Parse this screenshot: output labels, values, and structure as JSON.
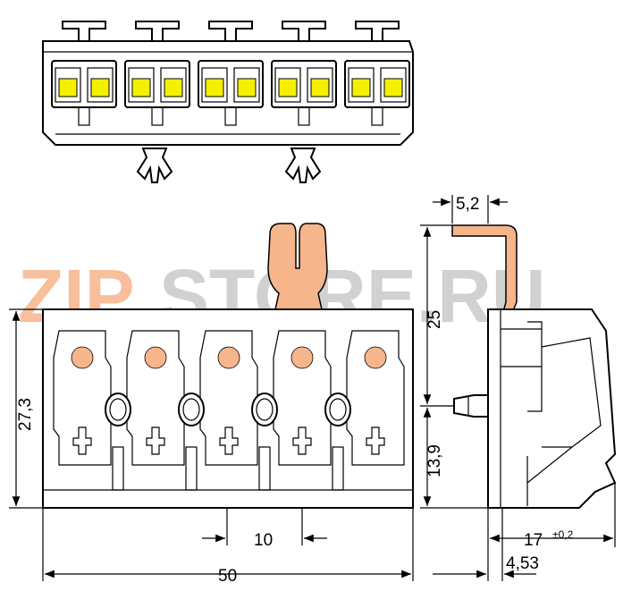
{
  "watermark": {
    "part1": "ZIP",
    "part2": "STORE.RU",
    "color1": "#f6b58b",
    "color2": "#c9c9c9"
  },
  "colors": {
    "lever": "#f6b58b",
    "terminal_dot": "#f6b58b",
    "contact": "#f4f000",
    "line": "#000000"
  },
  "dimensions": {
    "width_top_right": "5,2",
    "height_25": "25",
    "height_27_3": "27,3",
    "height_13_9": "13,9",
    "pitch_10": "10",
    "width_50": "50",
    "depth_17": "17",
    "tolerance_17": "±0,2",
    "depth_4_53": "4,53"
  }
}
